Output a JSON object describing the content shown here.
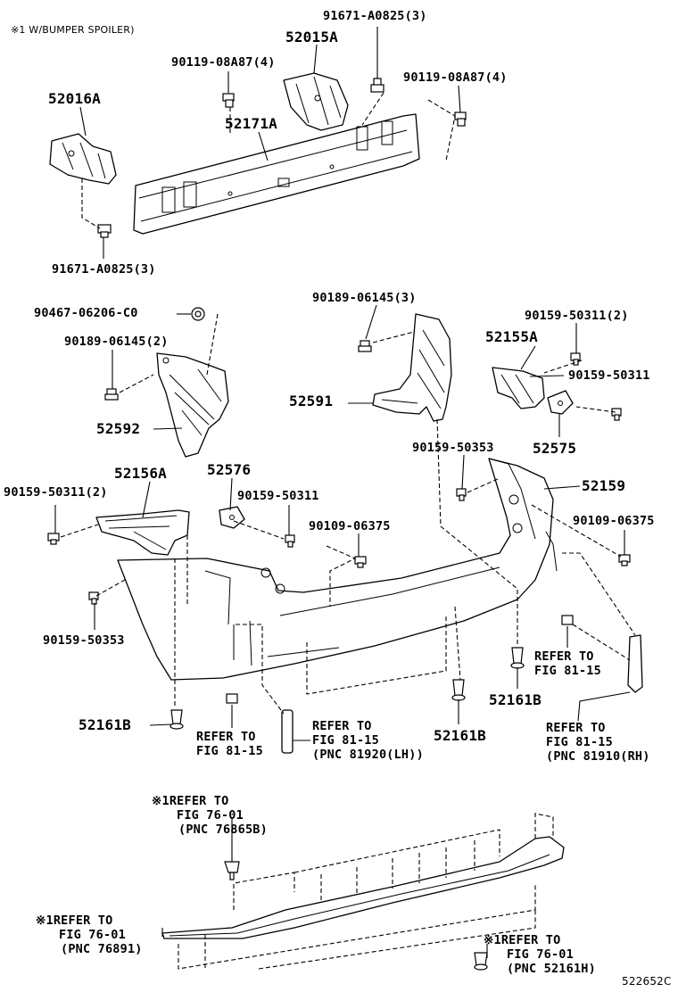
{
  "header_note": "※1 W/BUMPER SPOILER)",
  "diagram_id": "522652C",
  "labels": {
    "l_91671_top": "91671-A0825(3)",
    "l_52015A": "52015A",
    "l_90119_left": "90119-08A87(4)",
    "l_90119_right": "90119-08A87(4)",
    "l_52016A": "52016A",
    "l_52171A": "52171A",
    "l_91671_bottom": "91671-A0825(3)",
    "l_90467": "90467-06206-C0",
    "l_90189_left": "90189-06145(2)",
    "l_90189_top": "90189-06145(3)",
    "l_90159_50311_2r": "90159-50311(2)",
    "l_52155A": "52155A",
    "l_90159_50311_r": "90159-50311",
    "l_52591": "52591",
    "l_52592": "52592",
    "l_90159_50353_r": "90159-50353",
    "l_52575": "52575",
    "l_52156A": "52156A",
    "l_52576": "52576",
    "l_52159": "52159",
    "l_90159_50311_2l": "90159-50311(2)",
    "l_90159_50311_m": "90159-50311",
    "l_90109_m": "90109-06375",
    "l_90109_r": "90109-06375",
    "l_90159_50353_l": "90159-50353",
    "l_52161B_r": "52161B",
    "l_52161B_l": "52161B",
    "l_52161B_m": "52161B"
  },
  "refs": {
    "ref_81_15_right_upper": [
      "REFER TO",
      "FIG 81-15"
    ],
    "ref_81_15_left": [
      "REFER TO",
      "FIG 81-15"
    ],
    "ref_81_15_center": [
      "REFER TO",
      "FIG 81-15",
      "(PNC 81920(LH))"
    ],
    "ref_81_15_right_lower": [
      "REFER TO",
      "FIG 81-15",
      "(PNC 81910(RH)"
    ],
    "ref_76_01_top": [
      "※1REFER TO",
      "FIG 76-01",
      "(PNC 76865B)"
    ],
    "ref_76_01_left": [
      "※1REFER TO",
      "FIG 76-01",
      "(PNC 76891)"
    ],
    "ref_76_01_right": [
      "※1REFER TO",
      "FIG 76-01",
      "(PNC 52161H)"
    ]
  }
}
